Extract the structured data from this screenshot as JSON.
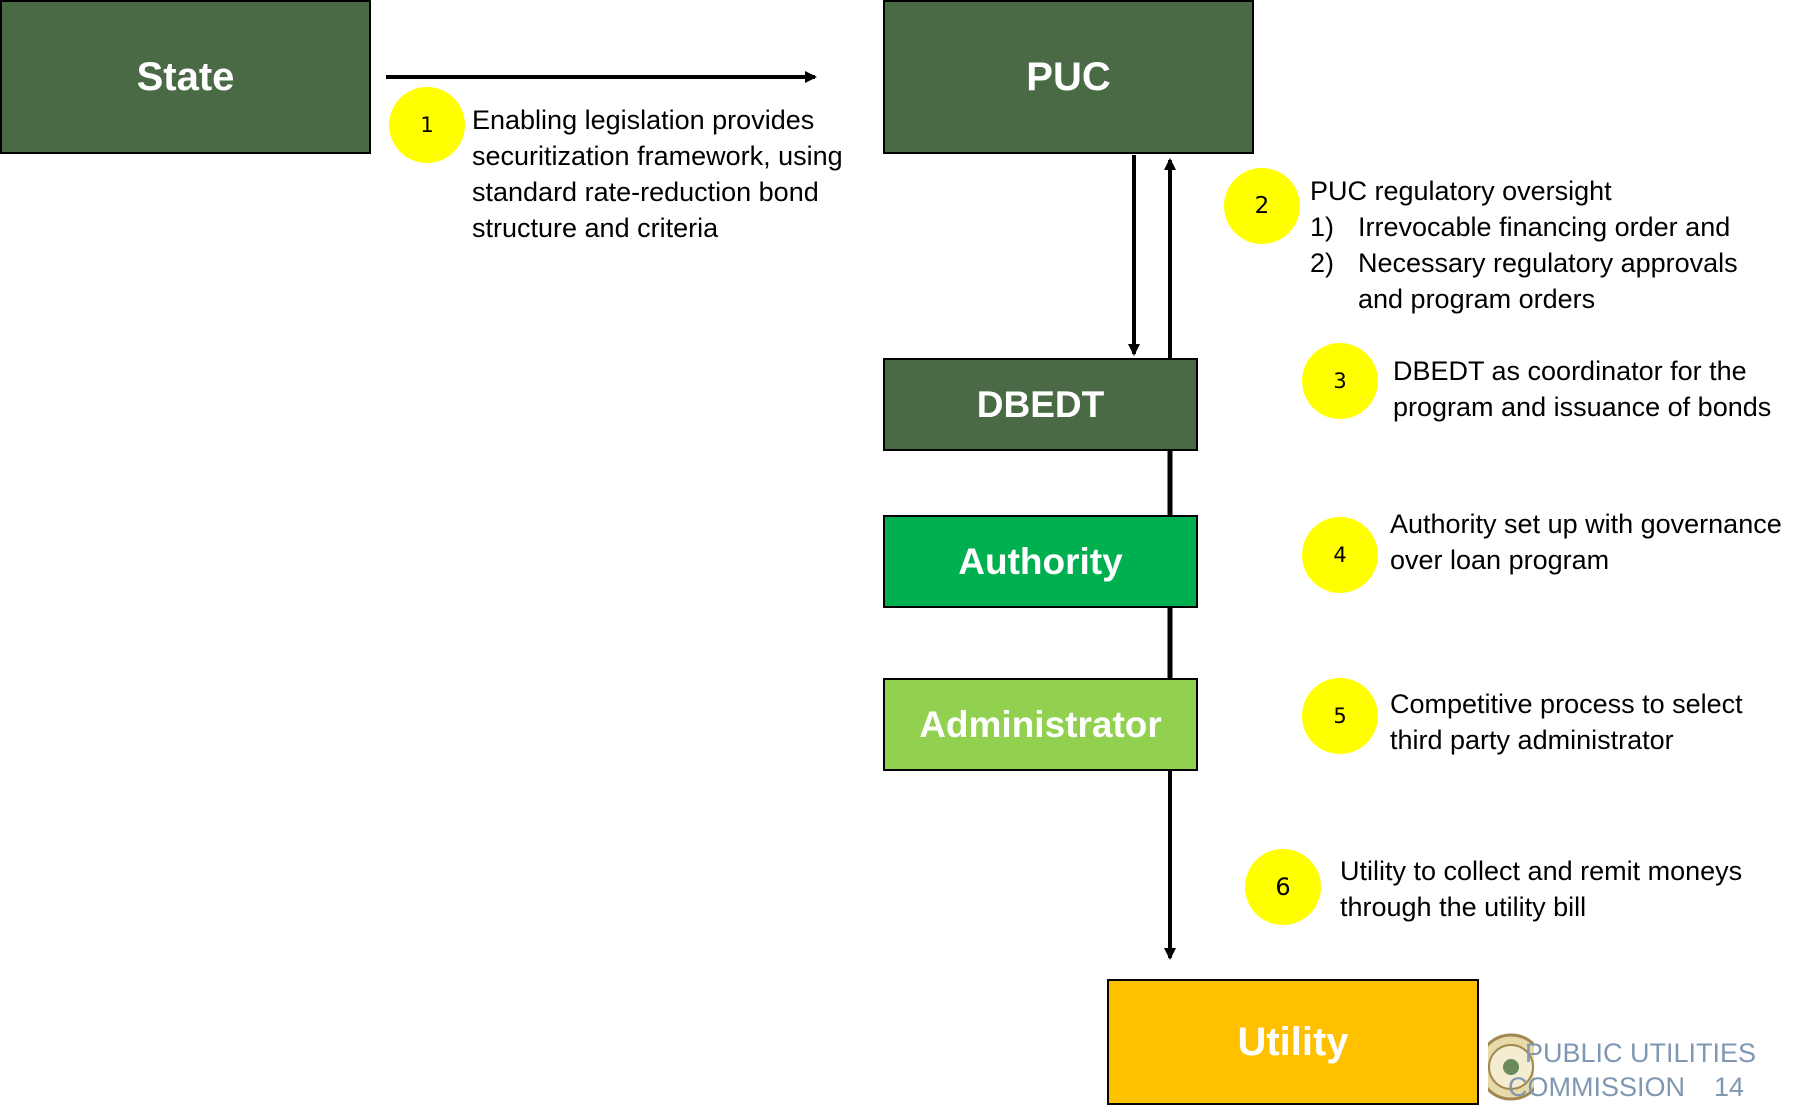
{
  "boxes": {
    "state": "State",
    "puc": "PUC",
    "dbedt": "DBEDT",
    "authority": "Authority",
    "administrator": "Administrator",
    "utility": "Utility"
  },
  "steps": [
    {
      "number": "1",
      "text": "Enabling legislation provides securitization framework, using standard rate-reduction bond structure and criteria"
    },
    {
      "number": "2",
      "heading": "PUC regulatory oversight",
      "items": [
        {
          "num": "1)",
          "text": "Irrevocable financing order and"
        },
        {
          "num": "2)",
          "text": "Necessary regulatory approvals and program orders"
        }
      ]
    },
    {
      "number": "3",
      "text": "DBEDT as coordinator for the program and issuance of bonds"
    },
    {
      "number": "4",
      "text": "Authority set up with governance over loan program"
    },
    {
      "number": "5",
      "text": "Competitive process to select third party administrator"
    },
    {
      "number": "6",
      "text": "Utility to collect and remit moneys through the utility bill"
    }
  ],
  "footer": {
    "line1": "PUBLIC UTILITIES",
    "line2": "COMMISSION",
    "page_number": "14"
  },
  "colors": {
    "dark_green": "#4a6a45",
    "green": "#00b050",
    "light_green": "#92d050",
    "utility_gold": "#ffc000",
    "badge_yellow": "#ffff00",
    "footer_text": "#7f97b2"
  }
}
